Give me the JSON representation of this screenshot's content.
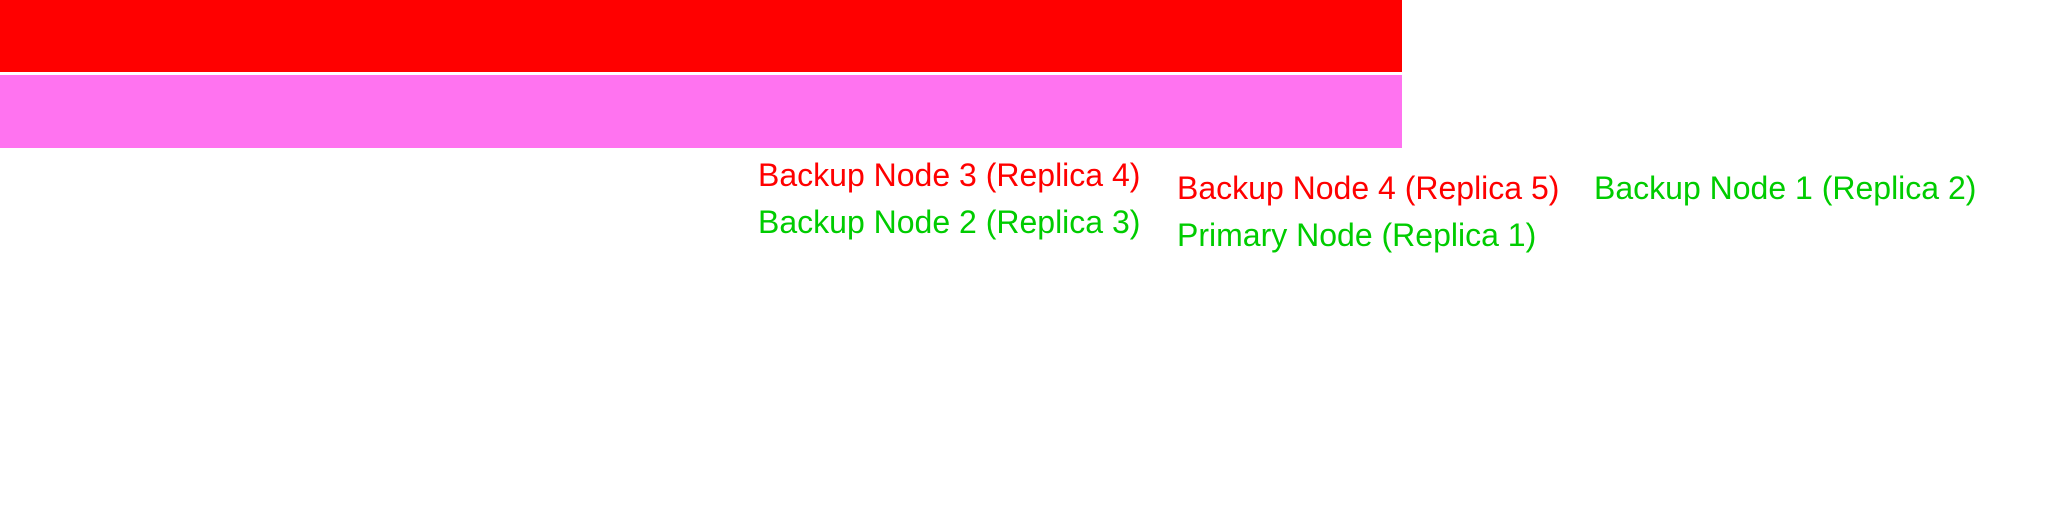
{
  "colors": {
    "background": "#ffffff",
    "bar_top": "#ff0000",
    "bar_bottom": "#ff73f0",
    "label_red": "#ff0000",
    "label_green": "#00cc00"
  },
  "bars": [
    {
      "name": "top-bar",
      "color": "#ff0000"
    },
    {
      "name": "bottom-bar",
      "color": "#ff73f0"
    }
  ],
  "labels": [
    {
      "text": "Backup Node 3 (Replica 4)",
      "color": "#ff0000"
    },
    {
      "text": "Backup Node 2 (Replica 3)",
      "color": "#00cc00"
    },
    {
      "text": "Backup Node 4 (Replica 5)",
      "color": "#ff0000"
    },
    {
      "text": "Primary Node (Replica 1)",
      "color": "#00cc00"
    },
    {
      "text": "Backup Node 1 (Replica 2)",
      "color": "#00cc00"
    }
  ]
}
